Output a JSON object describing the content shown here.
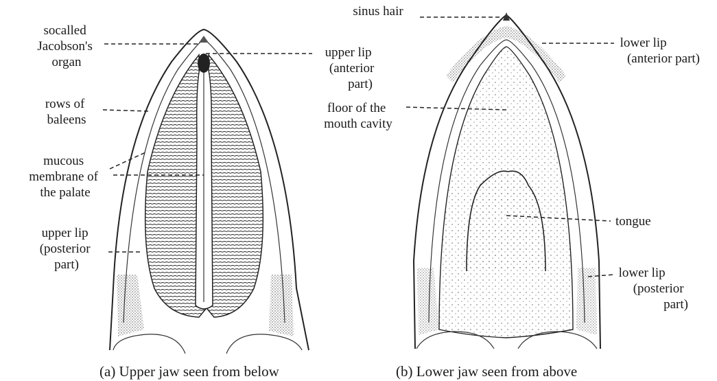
{
  "panels": {
    "a": {
      "caption": "(a)  Upper jaw seen from below",
      "labels": {
        "jacobson": [
          "socalled",
          "Jacobson's",
          "organ"
        ],
        "baleens": [
          "rows of",
          "baleens"
        ],
        "mucous": [
          "mucous",
          "membrane of",
          "the palate"
        ],
        "lip_posterior": [
          "upper lip",
          "(posterior",
          "part)"
        ],
        "lip_anterior": [
          "upper lip",
          "(anterior",
          "part)"
        ]
      }
    },
    "b": {
      "caption": "(b)  Lower jaw seen from above",
      "labels": {
        "sinus": [
          "sinus hair"
        ],
        "floor": [
          "floor of the",
          "mouth cavity"
        ],
        "lip_anterior": [
          "lower lip",
          "(anterior part)"
        ],
        "tongue": [
          "tongue"
        ],
        "lip_posterior": [
          "lower lip",
          "(posterior",
          "part)"
        ]
      }
    }
  },
  "colors": {
    "ink": "#1a1a1a",
    "background": "#ffffff"
  }
}
